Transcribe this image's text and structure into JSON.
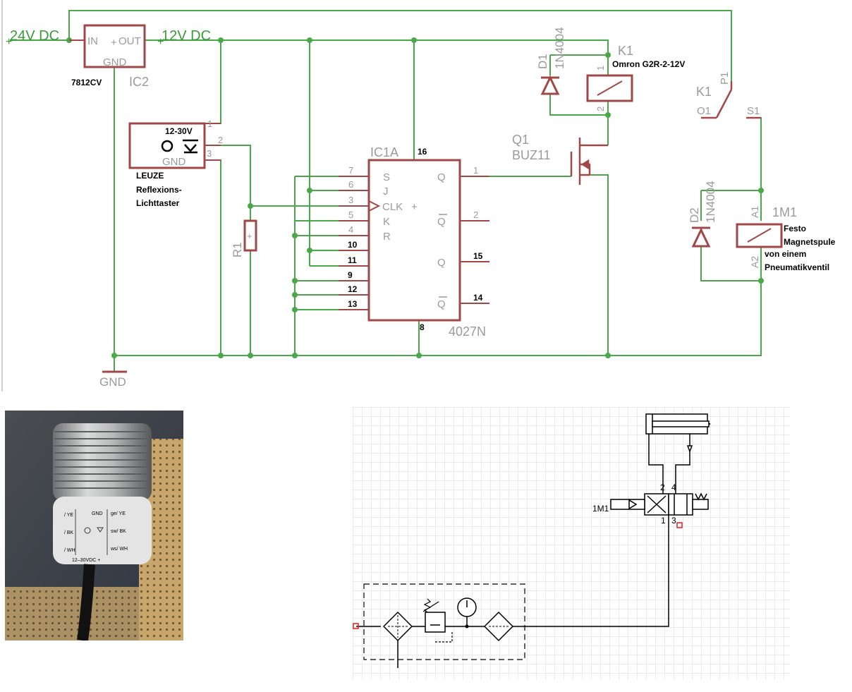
{
  "schematic": {
    "supply_24v": "24V DC",
    "supply_12v": "12V DC",
    "gnd": "GND",
    "ic2": {
      "name": "IC2",
      "part": "7812CV",
      "in": "IN",
      "out": "OUT",
      "gnd": "GND"
    },
    "sensor": {
      "voltage": "12-30V",
      "gnd": "GND",
      "pin1": "1",
      "pin2": "2",
      "pin3": "3",
      "name_line1": "LEUZE",
      "name_line2": "Reflexions-",
      "name_line3": "Lichttaster"
    },
    "r1": {
      "name": "R1"
    },
    "ic1": {
      "name": "IC1A",
      "part": "4027N",
      "pin_vdd": "16",
      "pin_vss": "8",
      "left_pins": [
        {
          "num": "7",
          "label": "S"
        },
        {
          "num": "6",
          "label": "J"
        },
        {
          "num": "3",
          "label": "CLK"
        },
        {
          "num": "5",
          "label": "K"
        },
        {
          "num": "4",
          "label": "R"
        },
        {
          "num": "10",
          "label": ""
        },
        {
          "num": "11",
          "label": ""
        },
        {
          "num": "9",
          "label": ""
        },
        {
          "num": "12",
          "label": ""
        },
        {
          "num": "13",
          "label": ""
        }
      ],
      "right_pins": [
        {
          "num": "1",
          "label": "Q"
        },
        {
          "num": "2",
          "label": "Q"
        },
        {
          "num": "15",
          "label": "Q"
        },
        {
          "num": "14",
          "label": "Q"
        }
      ]
    },
    "d1": {
      "name": "D1",
      "part": "1N4004"
    },
    "k1": {
      "name": "K1",
      "part": "Omron G2R-2-12V",
      "pin1": "1",
      "pin2": "2"
    },
    "q1": {
      "name": "Q1",
      "part": "BUZ11"
    },
    "k1_contact": {
      "name": "K1",
      "p1": "P1",
      "o1": "O1",
      "s1": "S1"
    },
    "d2": {
      "name": "D2",
      "part": "1N4004"
    },
    "m1": {
      "name": "1M1",
      "a1": "A1",
      "a2": "A2",
      "desc1": "Festo",
      "desc2": "Magnetspule",
      "desc3": "von einem",
      "desc4": "Pneumatikventil"
    }
  },
  "photo": {
    "label_gnd": "GND",
    "label_ye": "ge/ YE",
    "label_bk": "sw/ BK",
    "label_wh": "ws/ WH",
    "label_voltage": "12–30VDC +",
    "label_ye2": "/ YE",
    "label_bk2": "/ BK",
    "label_wh2": "/ WH"
  },
  "pneumatic": {
    "valve_name": "1M1",
    "port2": "2",
    "port4": "4",
    "port1": "1",
    "port3": "3"
  }
}
